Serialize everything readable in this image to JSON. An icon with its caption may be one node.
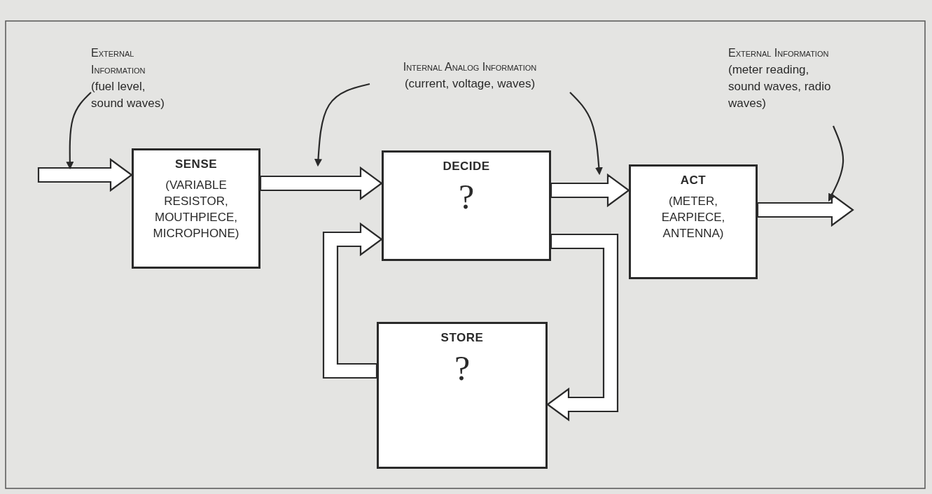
{
  "diagram": {
    "nodes": [
      {
        "text": [
          "SENSE",
          "(VARIABLE RESISTOR, MOUTHPIECE, MICROPHONE)"
        ]
      },
      {
        "text": [
          "DECIDE",
          "?"
        ]
      },
      {
        "text": [
          "ACT",
          "(METER, EARPIECE, ANTENNA)"
        ]
      },
      {
        "text": [
          "STORE",
          "?"
        ]
      },
      {
        "text": [
          "External Information",
          "(fuel level, sound waves)"
        ]
      },
      {
        "text": [
          "Internal Analog Information",
          "(current, voltage, waves)"
        ]
      },
      {
        "text": [
          "External Information",
          "(meter reading, sound waves, radio waves)"
        ]
      }
    ],
    "edges": [
      {
        "from": null,
        "to": 0,
        "arrow": "to",
        "style": "thick"
      },
      {
        "from": 0,
        "to": 1,
        "arrow": "to",
        "style": "thick"
      },
      {
        "from": 1,
        "to": 2,
        "arrow": "to",
        "style": "thick"
      },
      {
        "from": 2,
        "to": null,
        "arrow": "to",
        "style": "thick"
      },
      {
        "from": 1,
        "to": 3,
        "arrow": "to",
        "style": "thick"
      },
      {
        "from": 3,
        "to": 1,
        "arrow": "to",
        "style": "thick"
      },
      {
        "from": 4,
        "to": null,
        "arrow": "to"
      },
      {
        "from": 5,
        "to": null,
        "arrow": "to"
      },
      {
        "from": 5,
        "to": null,
        "arrow": "to"
      },
      {
        "from": 6,
        "to": null,
        "arrow": "to"
      }
    ]
  }
}
